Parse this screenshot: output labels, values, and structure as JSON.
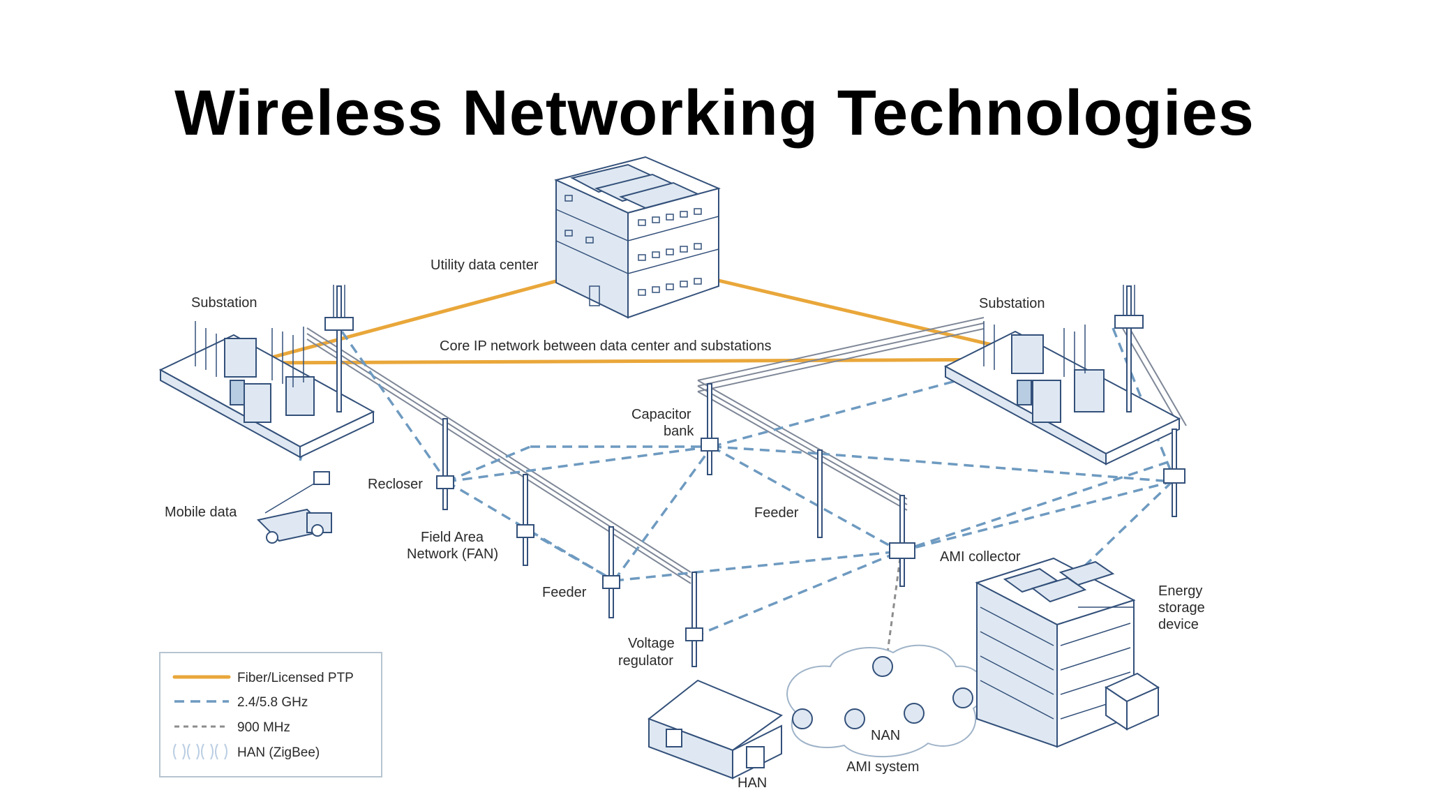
{
  "slide": {
    "title": "Wireless Networking Technologies"
  },
  "diagram": {
    "labels": {
      "utility_data_center": "Utility data center",
      "substation_left": "Substation",
      "substation_right": "Substation",
      "core_ip_network": "Core IP network between data center and substations",
      "capacitor_bank_line1": "Capacitor",
      "capacitor_bank_line2": "bank",
      "recloser": "Recloser",
      "mobile_data": "Mobile data",
      "fan_line1": "Field Area",
      "fan_line2": "Network (FAN)",
      "feeder_left": "Feeder",
      "feeder_right": "Feeder",
      "voltage_regulator_line1": "Voltage",
      "voltage_regulator_line2": "regulator",
      "ami_collector": "AMI collector",
      "energy_storage_line1": "Energy",
      "energy_storage_line2": "storage",
      "energy_storage_line3": "device",
      "han": "HAN",
      "nan": "NAN",
      "ami_system": "AMI system"
    },
    "legend": [
      {
        "label": "Fiber/Licensed PTP",
        "style": "fiber",
        "color": "#e9a73a"
      },
      {
        "label": "2.4/5.8 GHz",
        "style": "dashed-blue",
        "color": "#6e9ac0"
      },
      {
        "label": "900 MHz",
        "style": "dashed-gray",
        "color": "#8d8d8d"
      },
      {
        "label": "HAN (ZigBee)",
        "style": "waves",
        "color": "#b9cde2"
      }
    ],
    "colors": {
      "fiber": "#e9a73a",
      "wifi_link": "#6e9ac0",
      "mhz_link": "#8d8d8d",
      "outline": "#33507a",
      "fill_light": "#dfe8f2"
    }
  }
}
